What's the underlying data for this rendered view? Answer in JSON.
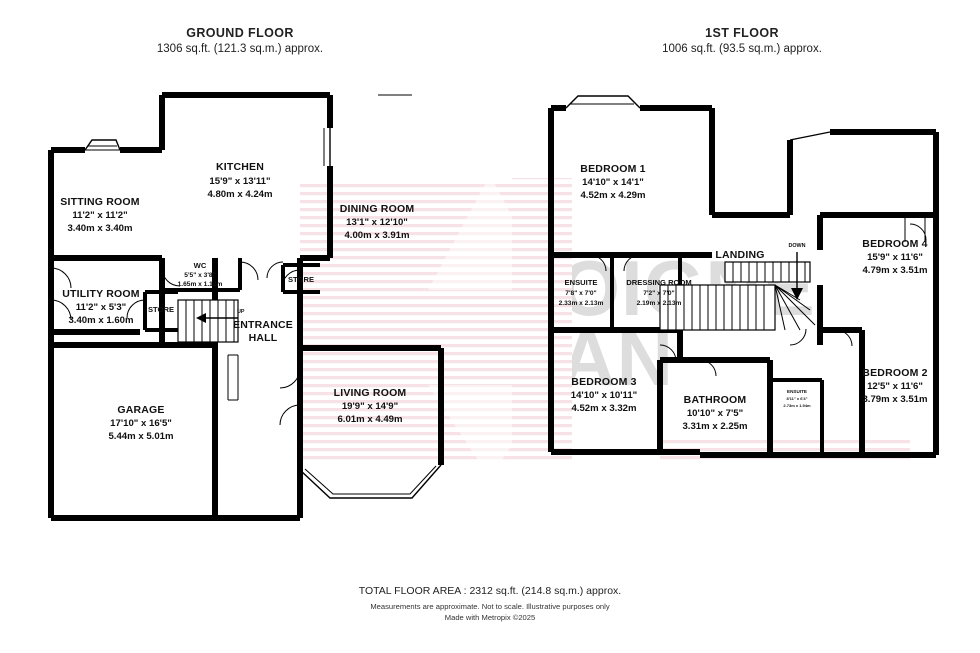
{
  "document": {
    "type": "floor-plan",
    "watermark": {
      "line1": "GASCOIGNE",
      "line2": "HALMAN"
    }
  },
  "headers": [
    {
      "title": "GROUND FLOOR",
      "subtitle": "1306 sq.ft. (121.3 sq.m.) approx."
    },
    {
      "title": "1ST FLOOR",
      "subtitle": "1006 sq.ft. (93.5 sq.m.) approx."
    }
  ],
  "ground_floor": {
    "rooms": [
      {
        "name": "KITCHEN",
        "imperial": "15'9\"  x 13'11\"",
        "metric": "4.80m  x 4.24m"
      },
      {
        "name": "SITTING ROOM",
        "imperial": "11'2\"  x 11'2\"",
        "metric": "3.40m  x 3.40m"
      },
      {
        "name": "DINING ROOM",
        "imperial": "13'1\"  x 12'10\"",
        "metric": "4.00m  x 3.91m"
      },
      {
        "name": "UTILITY ROOM",
        "imperial": "11'2\"  x 5'3\"",
        "metric": "3.40m  x 1.60m"
      },
      {
        "name": "WC",
        "imperial": "5'5\"  x 3'8\"",
        "metric": "1.65m  x 1.12m"
      },
      {
        "name": "GARAGE",
        "imperial": "17'10\"  x 16'5\"",
        "metric": "5.44m  x 5.01m"
      },
      {
        "name": "LIVING ROOM",
        "imperial": "19'9\"  x 14'9\"",
        "metric": "6.01m  x 4.49m"
      }
    ],
    "labels": [
      {
        "text": "STORE"
      },
      {
        "text": "STORE"
      },
      {
        "text": "ENTRANCE"
      },
      {
        "text": "HALL"
      },
      {
        "text": "UP"
      }
    ]
  },
  "first_floor": {
    "rooms": [
      {
        "name": "BEDROOM 1",
        "imperial": "14'10\"  x 14'1\"",
        "metric": "4.52m  x 4.29m"
      },
      {
        "name": "BEDROOM 4",
        "imperial": "15'9\"  x 11'6\"",
        "metric": "4.79m  x 3.51m"
      },
      {
        "name": "BEDROOM 2",
        "imperial": "12'5\"  x 11'6\"",
        "metric": "3.79m  x 3.51m"
      },
      {
        "name": "BEDROOM 3",
        "imperial": "14'10\"  x 10'11\"",
        "metric": "4.52m  x 3.32m"
      },
      {
        "name": "ENSUITE",
        "imperial": "7'8\"  x 7'0\"",
        "metric": "2.33m  x 2.13m"
      },
      {
        "name": "DRESSING ROOM",
        "imperial": "7'2\"  x 7'0\"",
        "metric": "2.19m  x 2.13m"
      },
      {
        "name": "BATHROOM",
        "imperial": "10'10\"  x 7'5\"",
        "metric": "3.31m  x 2.25m"
      },
      {
        "name": "ENSUITE",
        "imperial": "8'11\"  x 6'4\"",
        "metric": "2.73m  x 1.94m"
      }
    ],
    "labels": [
      {
        "text": "LANDING"
      },
      {
        "text": "DOWN"
      }
    ]
  },
  "footer": {
    "total": "TOTAL FLOOR AREA : 2312 sq.ft. (214.8 sq.m.) approx.",
    "disclaimer": "Measurements are approximate.  Not to scale.  Illustrative purposes only",
    "credit": "Made with Metropix ©2025"
  },
  "colors": {
    "wall": "#000000",
    "hatch": "#f6dfe2",
    "watermark": "#d8d8d8",
    "background": "#ffffff"
  }
}
